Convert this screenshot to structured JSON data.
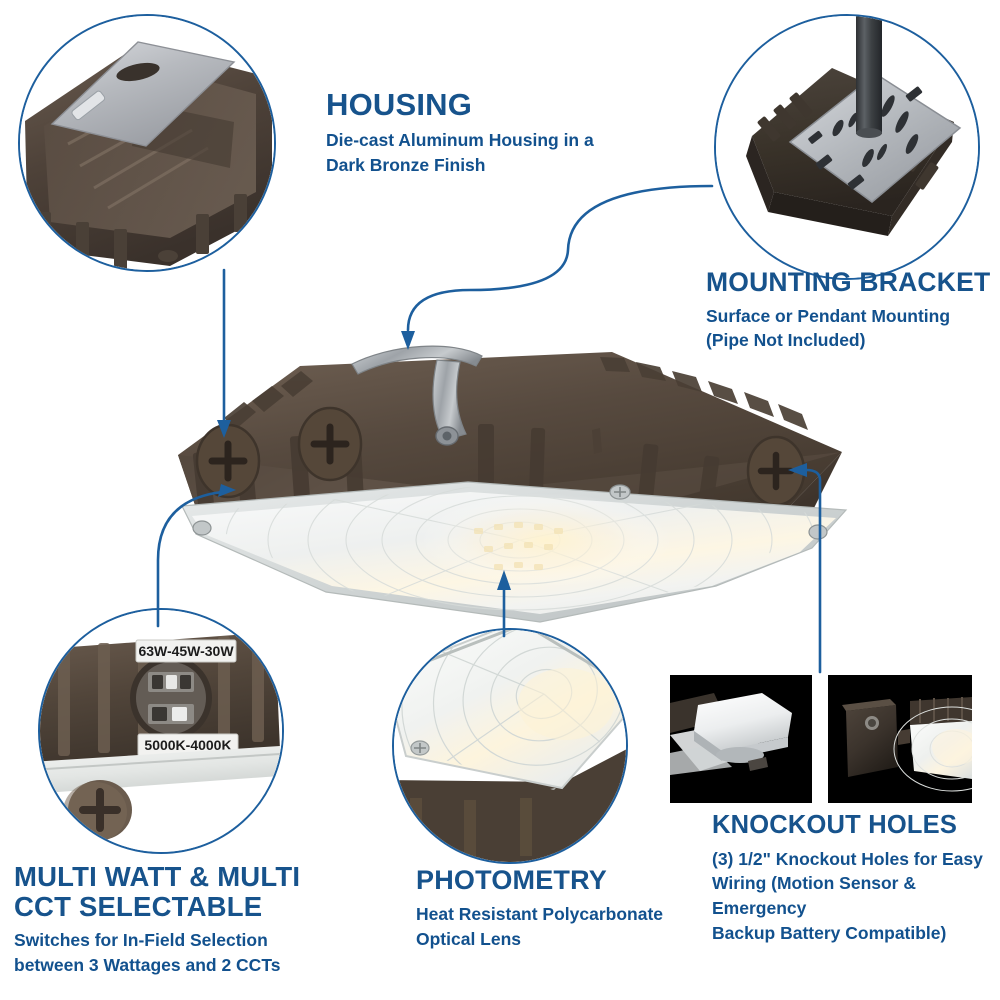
{
  "page": {
    "background_color": "#ffffff",
    "accent_color": "#1d5f9e",
    "heading_color": "#17538c",
    "body_color": "#12518e",
    "product": "LED Canopy Light Fixture",
    "housing_color": "#5c4f45"
  },
  "callouts": {
    "housing": {
      "title": "HOUSING",
      "desc": "Die-cast Aluminum Housing in a\nDark Bronze Finish"
    },
    "mounting_bracket": {
      "title": "MOUNTING BRACKET",
      "desc": "Surface or Pendant Mounting\n(Pipe Not Included)"
    },
    "multi_watt": {
      "title": "MULTI WATT & MULTI\nCCT SELECTABLE",
      "desc": "Switches for In-Field Selection\nbetween 3 Wattages and 2 CCTs"
    },
    "photometry": {
      "title": "PHOTOMETRY",
      "desc": "Heat Resistant Polycarbonate\nOptical Lens"
    },
    "knockout_holes": {
      "title": "KNOCKOUT HOLES",
      "desc": "(3) 1/2\" Knockout Holes for Easy\nWiring (Motion Sensor & Emergency\nBackup Battery Compatible)"
    }
  },
  "switch_labels": {
    "wattage": "63W-45W-30W",
    "cct": "5000K-4000K"
  },
  "insets": {
    "housing": "housing-underside-with-mounting-plate-photo",
    "mounting_bracket": "bracket-with-pendant-pipe-photo",
    "switch": "selector-switch-and-knockout-plug-photo",
    "photometry": "prismatic-polycarbonate-lens-photo"
  },
  "panels": {
    "sensor": "motion-sensor-accessory-photo",
    "battery_box": "emergency-backup-battery-box-photo"
  }
}
